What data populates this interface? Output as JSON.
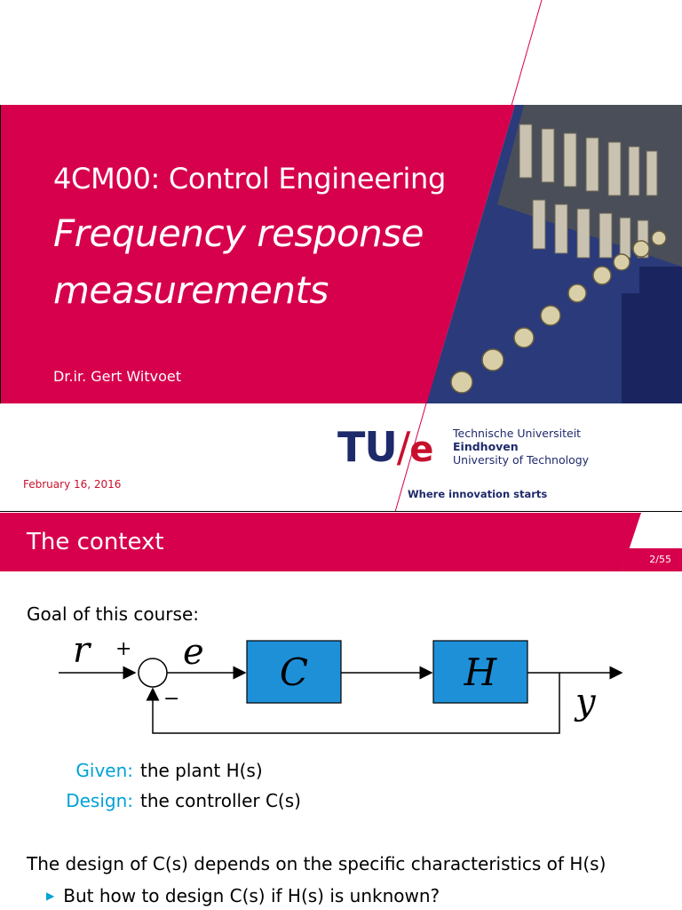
{
  "slide1": {
    "course": "4CM00: Control Engineering",
    "title_line1": "Frequency response",
    "title_line2": "measurements",
    "author": "Dr.ir. Gert Witvoet",
    "date": "February 16, 2016",
    "logo_tu": "TU",
    "logo_e": "e",
    "university_line1": "Technische Universiteit",
    "university_line2": "Eindhoven",
    "university_line3": "University of Technology",
    "tagline": "Where innovation starts",
    "colors": {
      "brand_red": "#d6004c",
      "brand_blue": "#1f2a6b"
    }
  },
  "slide2": {
    "title": "The context",
    "page": "2/55",
    "goal": "Goal of this course:",
    "diagram": {
      "reference": "r",
      "error": "e",
      "output": "y",
      "plus": "+",
      "minus": "−",
      "controller": "C",
      "plant": "H",
      "block_color": "#1e90d8"
    },
    "given_label": "Given:",
    "given_text": "the plant H(s)",
    "design_label": "Design:",
    "design_text": "the controller C(s)",
    "statement": "The design of C(s) depends on the specific characteristics of H(s)",
    "bullet": "But how to design C(s) if H(s) is unknown?",
    "colors": {
      "accent": "#00a2d4"
    }
  }
}
